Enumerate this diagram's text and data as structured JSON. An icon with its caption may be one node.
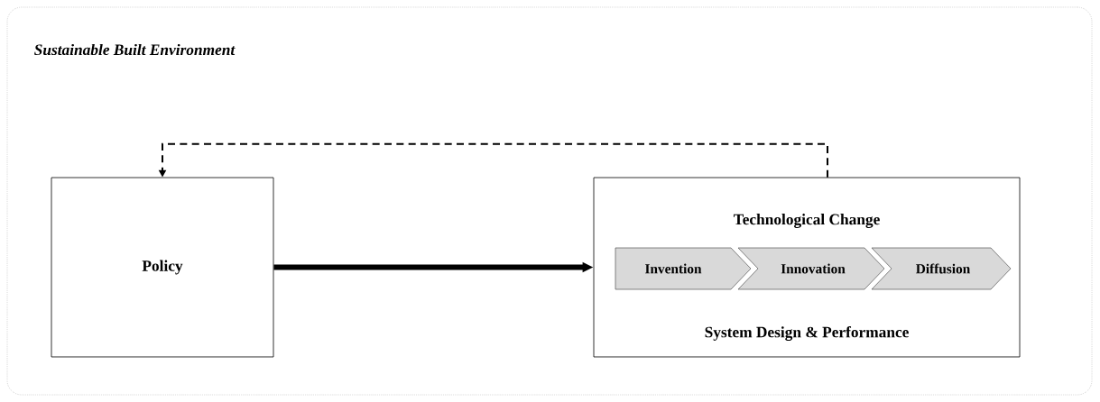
{
  "diagram": {
    "nodes": [
      {
        "text": [
          "Sustainable Built Environment"
        ]
      },
      {
        "text": [
          "Policy"
        ],
        "in": 0
      },
      {
        "text": [
          "Technological Change",
          "System Design & Performance"
        ],
        "in": 0
      },
      {
        "text": [
          "Invention"
        ],
        "in": 2
      },
      {
        "text": [
          "Innovation"
        ],
        "in": 2
      },
      {
        "text": [
          "Diffusion"
        ],
        "in": 2
      }
    ],
    "edges": [
      {
        "from": 1,
        "to": 2,
        "arrow": "to",
        "style": "thick"
      },
      {
        "from": 2,
        "to": 1,
        "arrow": "to",
        "style": "dashed"
      }
    ]
  }
}
